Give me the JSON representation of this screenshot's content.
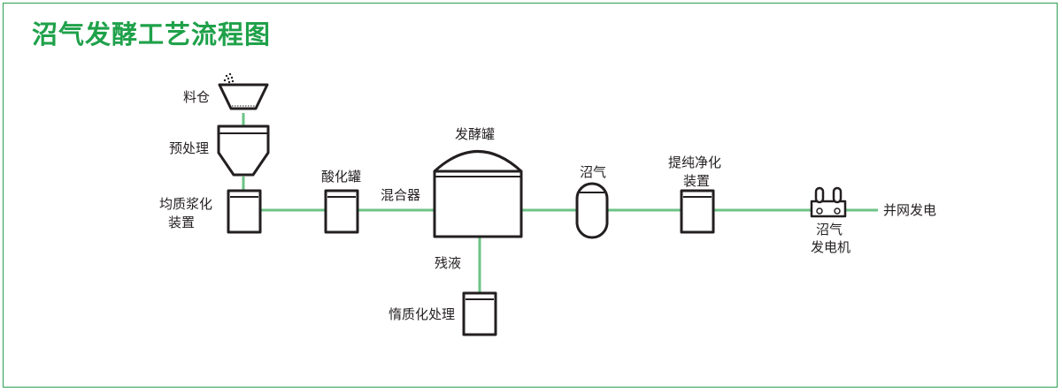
{
  "title": "沼气发酵工艺流程图",
  "colors": {
    "accent": "#1fa14a",
    "frame": "#2e9e4f",
    "pipe": "#6cc386",
    "equipment": "#231f20"
  },
  "labels": {
    "hopper": "料仓",
    "pretreatment": "预处理",
    "homogenizer_line1": "均质浆化",
    "homogenizer_line2": "装置",
    "acidification_tank": "酸化罐",
    "mixer": "混合器",
    "digester": "发酵罐",
    "residue": "残液",
    "inert_treatment": "惰质化处理",
    "biogas": "沼气",
    "purifier_line1": "提纯净化",
    "purifier_line2": "装置",
    "generator_line1": "沼气",
    "generator_line2": "发电机",
    "grid": "并网发电"
  }
}
